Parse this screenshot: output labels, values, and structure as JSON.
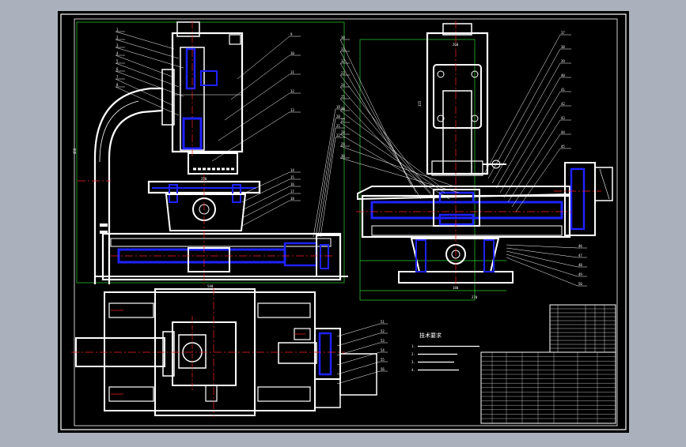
{
  "colors": {
    "background": "#aab1bd",
    "sheet": "#000000",
    "frame": "#ffffff",
    "outline": "#ffffff",
    "hatch": "#1e22ff",
    "centerline": "#ff2020",
    "dimension": "#2cd42c",
    "leader": "#ffffff",
    "accent": "#00e5e5"
  },
  "front_view": {
    "left_labels": [
      "1",
      "2",
      "3",
      "4",
      "5",
      "6",
      "7",
      "8"
    ],
    "right_labels": [
      "9",
      "10",
      "11",
      "12",
      "13"
    ],
    "lower_labels": [
      "14",
      "15",
      "16",
      "17",
      "18"
    ],
    "base_labels": [
      "19",
      "20",
      "21",
      "22"
    ],
    "dim_height": "458",
    "dim_width": "540",
    "dim_table": "250"
  },
  "side_view": {
    "left_labels": [
      "30",
      "31",
      "32",
      "23",
      "24",
      "25",
      "26",
      "27",
      "28",
      "29",
      "30"
    ],
    "right_labels": [
      "37",
      "38",
      "39",
      "40",
      "41",
      "42",
      "43",
      "44",
      "45"
    ],
    "lower_right_labels": [
      "46",
      "47",
      "48",
      "49",
      "50"
    ],
    "dim_top": "260",
    "dim_height": "315",
    "dim_base_inner": "180",
    "dim_base_outer": "270"
  },
  "plan_view": {
    "labels": [
      "51",
      "52",
      "53",
      "54",
      "55",
      "56"
    ]
  },
  "notes": {
    "title": "技术要求",
    "items": [
      "1.",
      "2.",
      "3.",
      "4."
    ]
  }
}
